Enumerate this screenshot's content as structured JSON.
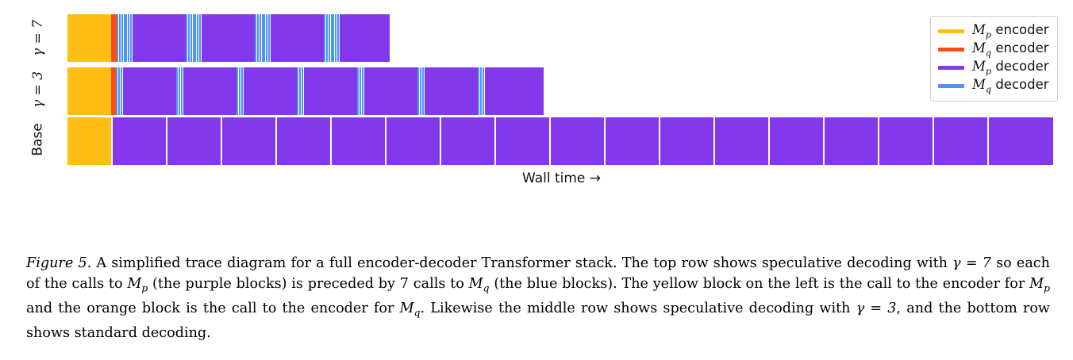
{
  "figure": {
    "xlabel": "Wall time →",
    "yticks": [
      "γ = 7",
      "γ = 3",
      "Base"
    ],
    "legend": {
      "position": "top-right",
      "items": [
        {
          "label_prefix": "M",
          "label_sub": "p",
          "label_suffix": " encoder",
          "color": "#FFBE14",
          "name": "mp-encoder"
        },
        {
          "label_prefix": "M",
          "label_sub": "q",
          "label_suffix": " encoder",
          "color": "#FB4D16",
          "name": "mq-encoder"
        },
        {
          "label_prefix": "M",
          "label_sub": "p",
          "label_suffix": " decoder",
          "color": "#8338EC",
          "name": "mp-decoder"
        },
        {
          "label_prefix": "M",
          "label_sub": "q",
          "label_suffix": " decoder",
          "color": "#4D94F5",
          "name": "mq-decoder"
        }
      ]
    }
  },
  "chart_data": {
    "type": "bar",
    "title": "",
    "xlabel": "Wall time →",
    "ylabel": "",
    "categories": [
      "γ = 7",
      "γ = 3",
      "Base"
    ],
    "grid": false,
    "legend_position": "upper right",
    "colors": {
      "Mp_encoder": "#FFBE14",
      "Mq_encoder": "#FB4D16",
      "Mp_decoder": "#8338EC",
      "Mq_decoder": "#4D94F5",
      "background": "#FFFFFF",
      "block_border": "#FFFFFF"
    },
    "axis_range_x": [
      0,
      1245
    ],
    "rows": [
      {
        "name": "γ = 7",
        "gamma": 7,
        "total_width": 406,
        "segments": [
          {
            "kind": "Mp_encoder",
            "start": 0,
            "width": 55
          },
          {
            "kind": "Mq_encoder",
            "start": 55,
            "width": 7
          },
          {
            "kind": "Mq_decoder_group",
            "start": 62,
            "width": 20,
            "count": 7
          },
          {
            "kind": "Mp_decoder",
            "start": 82,
            "width": 67
          },
          {
            "kind": "Mq_decoder_group",
            "start": 149,
            "width": 20,
            "count": 7
          },
          {
            "kind": "Mp_decoder",
            "start": 169,
            "width": 67
          },
          {
            "kind": "Mq_decoder_group",
            "start": 236,
            "width": 20,
            "count": 7
          },
          {
            "kind": "Mp_decoder",
            "start": 256,
            "width": 67
          },
          {
            "kind": "Mq_decoder_group",
            "start": 323,
            "width": 20,
            "count": 7
          },
          {
            "kind": "Mp_decoder",
            "start": 343,
            "width": 63
          }
        ]
      },
      {
        "name": "γ = 3",
        "gamma": 3,
        "total_width": 600,
        "segments": [
          {
            "kind": "Mp_encoder",
            "start": 0,
            "width": 55
          },
          {
            "kind": "Mq_encoder",
            "start": 55,
            "width": 6
          },
          {
            "kind": "Mq_decoder_group",
            "start": 61,
            "width": 9,
            "count": 3
          },
          {
            "kind": "Mp_decoder",
            "start": 70,
            "width": 67
          },
          {
            "kind": "Mq_decoder_group",
            "start": 137,
            "width": 9,
            "count": 3
          },
          {
            "kind": "Mp_decoder",
            "start": 146,
            "width": 67
          },
          {
            "kind": "Mq_decoder_group",
            "start": 213,
            "width": 9,
            "count": 3
          },
          {
            "kind": "Mp_decoder",
            "start": 222,
            "width": 67
          },
          {
            "kind": "Mq_decoder_group",
            "start": 289,
            "width": 9,
            "count": 3
          },
          {
            "kind": "Mp_decoder",
            "start": 298,
            "width": 67
          },
          {
            "kind": "Mq_decoder_group",
            "start": 365,
            "width": 9,
            "count": 3
          },
          {
            "kind": "Mp_decoder",
            "start": 374,
            "width": 67
          },
          {
            "kind": "Mq_decoder_group",
            "start": 441,
            "width": 9,
            "count": 3
          },
          {
            "kind": "Mp_decoder",
            "start": 450,
            "width": 67
          },
          {
            "kind": "Mq_decoder_group",
            "start": 517,
            "width": 9,
            "count": 3
          },
          {
            "kind": "Mp_decoder",
            "start": 526,
            "width": 74
          }
        ]
      },
      {
        "name": "Base",
        "gamma": null,
        "total_width": 1242,
        "segments": [
          {
            "kind": "Mp_encoder",
            "start": 0,
            "width": 55
          },
          {
            "kind": "Mp_decoder",
            "start": 57,
            "width": 67
          },
          {
            "kind": "Mp_decoder",
            "start": 126,
            "width": 67
          },
          {
            "kind": "Mp_decoder",
            "start": 195,
            "width": 67
          },
          {
            "kind": "Mp_decoder",
            "start": 264,
            "width": 67
          },
          {
            "kind": "Mp_decoder",
            "start": 333,
            "width": 67
          },
          {
            "kind": "Mp_decoder",
            "start": 402,
            "width": 67
          },
          {
            "kind": "Mp_decoder",
            "start": 471,
            "width": 67
          },
          {
            "kind": "Mp_decoder",
            "start": 540,
            "width": 67
          },
          {
            "kind": "Mp_decoder",
            "start": 609,
            "width": 67
          },
          {
            "kind": "Mp_decoder",
            "start": 678,
            "width": 67
          },
          {
            "kind": "Mp_decoder",
            "start": 747,
            "width": 67
          },
          {
            "kind": "Mp_decoder",
            "start": 816,
            "width": 67
          },
          {
            "kind": "Mp_decoder",
            "start": 885,
            "width": 67
          },
          {
            "kind": "Mp_decoder",
            "start": 954,
            "width": 67
          },
          {
            "kind": "Mp_decoder",
            "start": 1023,
            "width": 67
          },
          {
            "kind": "Mp_decoder",
            "start": 1092,
            "width": 67
          },
          {
            "kind": "Mp_decoder",
            "start": 1161,
            "width": 81
          }
        ]
      }
    ]
  },
  "caption": {
    "label": "Figure 5",
    "t1": ". A simplified trace diagram for a full encoder-decoder Transformer stack. The top row shows speculative decoding with ",
    "g1": "γ = 7",
    "t2": " so each of the calls to ",
    "m1": "M",
    "m1sub": "p",
    "t3": " (the purple blocks) is preceded by 7 calls to ",
    "m2": "M",
    "m2sub": "q",
    "t4": " (the blue blocks). The yellow block on the left is the call to the encoder for ",
    "m3": "M",
    "m3sub": "p",
    "t5": " and the orange block is the call to the encoder for ",
    "m4": "M",
    "m4sub": "q",
    "t6": ". Likewise the middle row shows speculative decoding with ",
    "g2": "γ = 3",
    "t7": ", and the bottom row shows standard decoding."
  }
}
